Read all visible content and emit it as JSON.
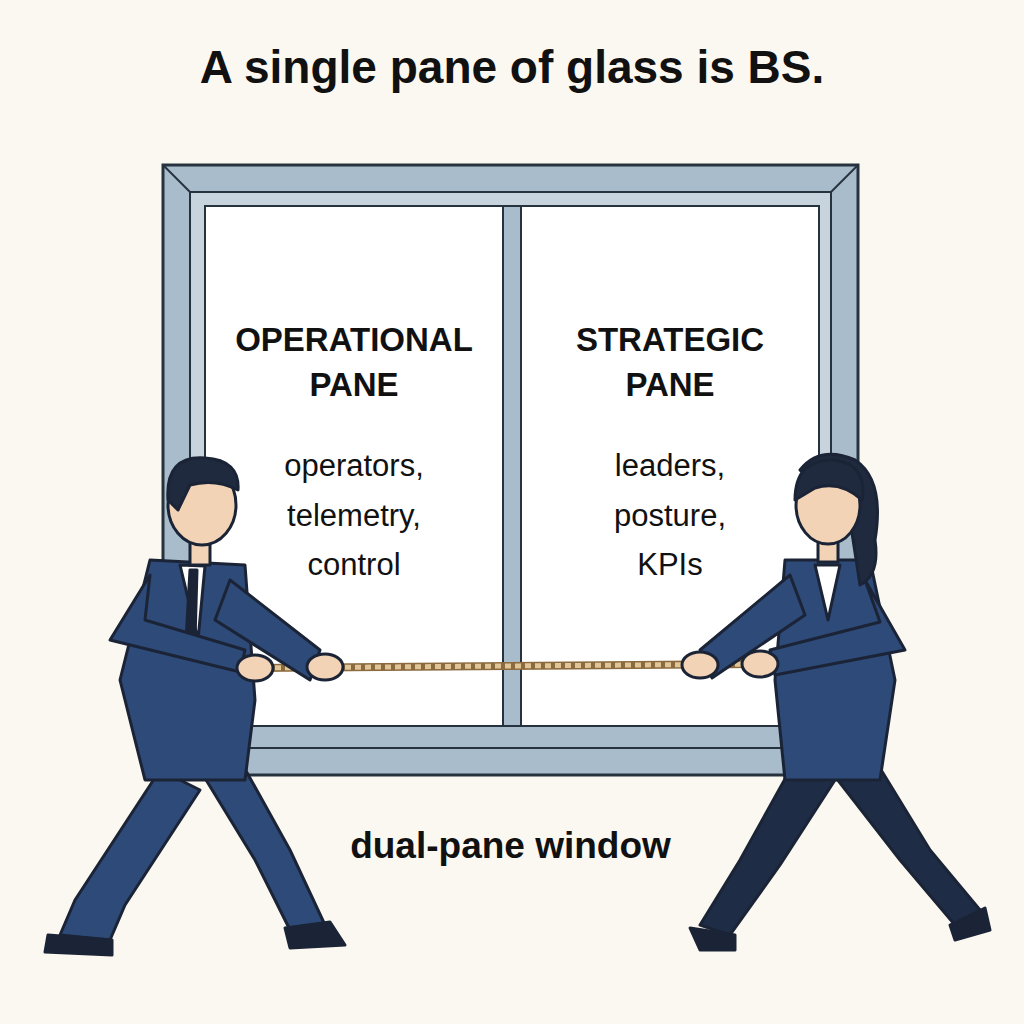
{
  "diagram": {
    "title": "A single pane of glass is BS.",
    "nodes": [
      {
        "text": [
          "dual-pane window"
        ]
      },
      {
        "text": [
          "OPERATIONAL PANE",
          "operators, telemetry, control"
        ],
        "in": 0
      },
      {
        "text": [
          "STRATEGIC PANE",
          "leaders, posture, KPIs"
        ],
        "in": 0
      }
    ]
  }
}
